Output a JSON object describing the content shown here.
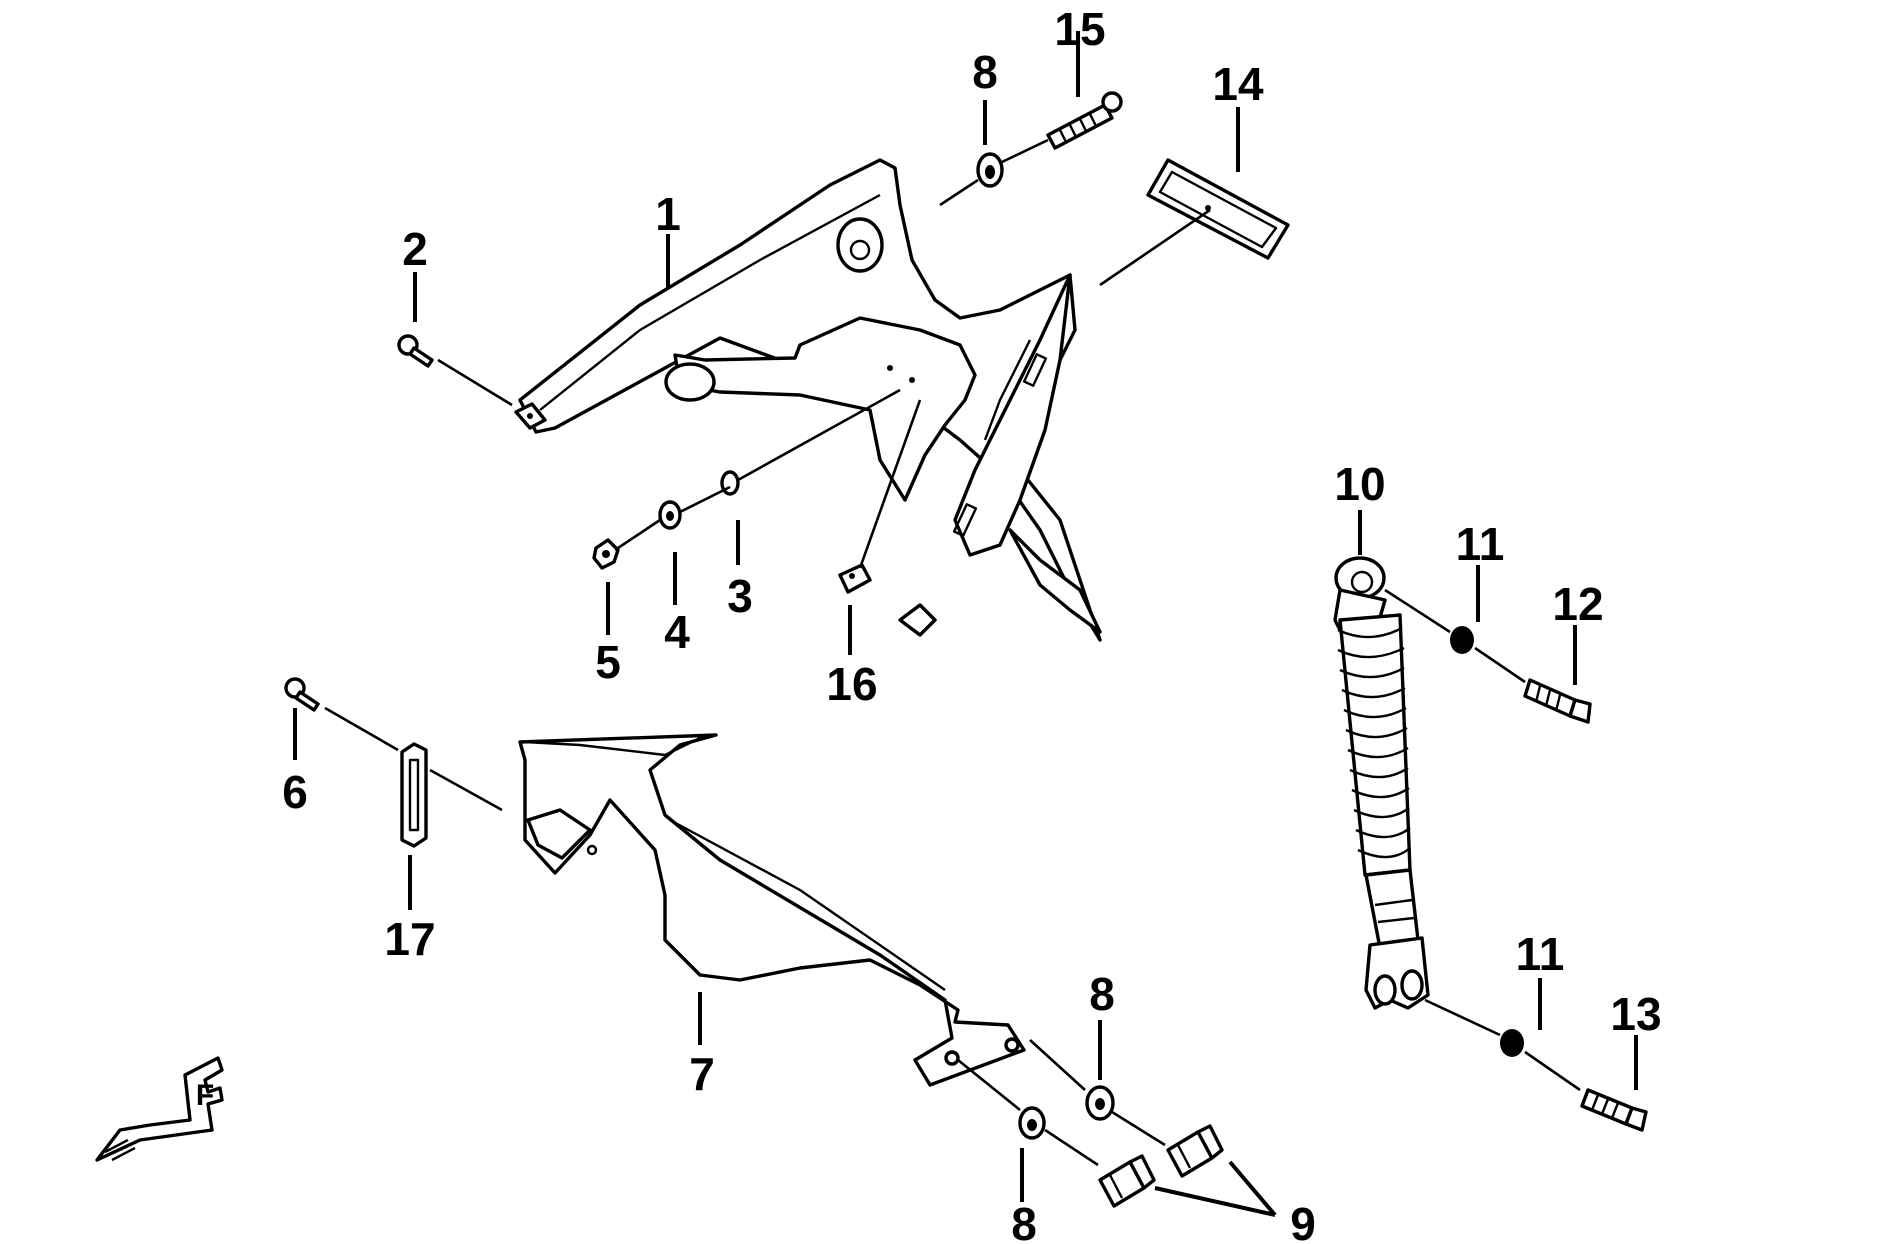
{
  "diagram": {
    "callouts": [
      {
        "id": "c1",
        "text": "1"
      },
      {
        "id": "c2",
        "text": "2"
      },
      {
        "id": "c3",
        "text": "3"
      },
      {
        "id": "c4",
        "text": "4"
      },
      {
        "id": "c5",
        "text": "5"
      },
      {
        "id": "c6",
        "text": "6"
      },
      {
        "id": "c7",
        "text": "7"
      },
      {
        "id": "c8a",
        "text": "8"
      },
      {
        "id": "c8b",
        "text": "8"
      },
      {
        "id": "c8c",
        "text": "8"
      },
      {
        "id": "c9",
        "text": "9"
      },
      {
        "id": "c10",
        "text": "10"
      },
      {
        "id": "c11a",
        "text": "11"
      },
      {
        "id": "c11b",
        "text": "11"
      },
      {
        "id": "c12",
        "text": "12"
      },
      {
        "id": "c13",
        "text": "13"
      },
      {
        "id": "c14",
        "text": "14"
      },
      {
        "id": "c15",
        "text": "15"
      },
      {
        "id": "c16",
        "text": "16"
      },
      {
        "id": "c17",
        "text": "17"
      }
    ],
    "direction_marker": "F"
  }
}
